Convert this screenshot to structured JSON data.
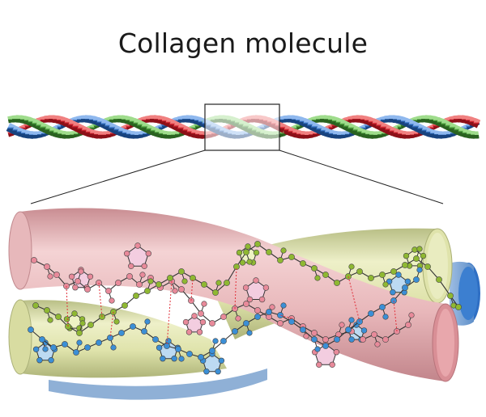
{
  "title": "Collagen molecule",
  "colors": {
    "strand_red": "#d8222f",
    "strand_green": "#4aa13a",
    "strand_blue": "#2f6fc4",
    "tube_pink": "#e7b8bb",
    "tube_olive": "#dde2a8",
    "tube_blue": "#8fb0d6",
    "atom_pink": "#e88a9a",
    "atom_green": "#8fb832",
    "atom_blue": "#3b8fd6",
    "ring_pink_fill": "#f3cde0",
    "ring_blue_fill": "#bcdaf2",
    "bond_color": "#333333",
    "hbond_color": "#e0303a"
  },
  "icons": {
    "triple_helix": "triple-helix-strands",
    "magnifier_box": "zoom-selection-rectangle",
    "zoom_lines": "zoom-projection-lines",
    "detail_tubes": "twisted-tube-cutaway",
    "molecule_chains": "ball-and-stick-chains"
  }
}
